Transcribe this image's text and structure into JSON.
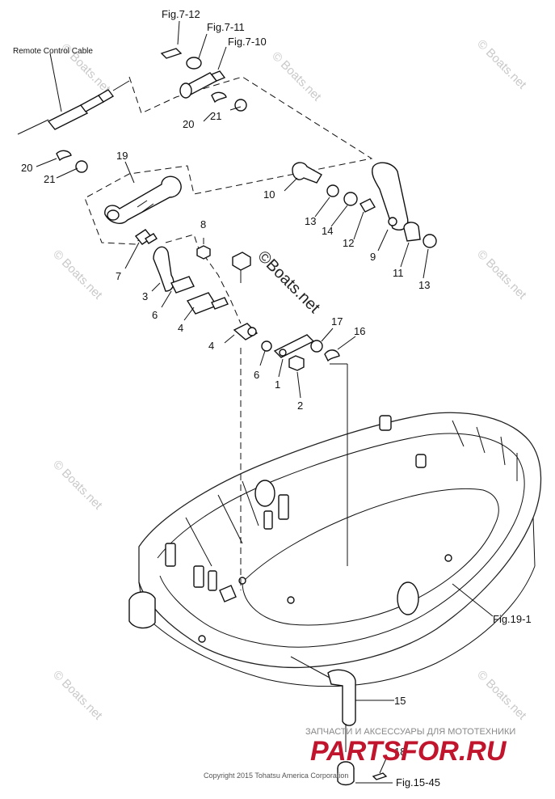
{
  "figure_refs": {
    "fig_7_12": "Fig.7-12",
    "fig_7_11": "Fig.7-11",
    "fig_7_10": "Fig.7-10",
    "fig_19_1": "Fig.19-1",
    "fig_15_45": "Fig.15-45"
  },
  "cable_label": "Remote Control Cable",
  "part_numbers": {
    "p1": "1",
    "p2": "2",
    "p3": "3",
    "p4a": "4",
    "p4b": "4",
    "p6a": "6",
    "p6b": "6",
    "p7": "7",
    "p8": "8",
    "p9": "9",
    "p10": "10",
    "p11": "11",
    "p12": "12",
    "p13a": "13",
    "p13b": "13",
    "p14": "14",
    "p15": "15",
    "p16": "16",
    "p17": "17",
    "p18": "18",
    "p19": "19",
    "p20a": "20",
    "p20b": "20",
    "p21a": "21",
    "p21b": "21"
  },
  "watermarks": {
    "center": "©Boats.net",
    "tile": "© Boats.net"
  },
  "footer": {
    "copyright": "Copyright 2015 Tohatsu America Corporation",
    "shop_tagline": "ЗАПЧАСТИ И АКСЕССУАРЫ ДЛЯ МОТОТЕХНИКИ",
    "shop_brand": "PARTSFOR.RU"
  }
}
